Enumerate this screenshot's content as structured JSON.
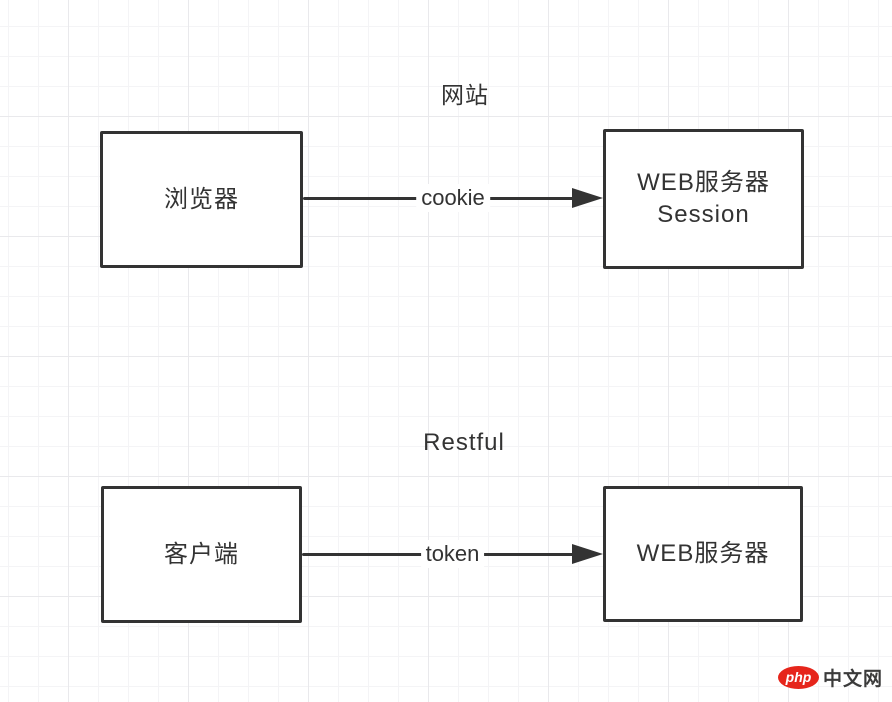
{
  "canvas": {
    "flows": [
      {
        "title": "网站",
        "source": {
          "label": "浏览器"
        },
        "edge": {
          "label": "cookie"
        },
        "target": {
          "lines": [
            "WEB服务器",
            "Session"
          ]
        }
      },
      {
        "title": "Restful",
        "source": {
          "label": "客户端"
        },
        "edge": {
          "label": "token"
        },
        "target": {
          "lines": [
            "WEB服务器"
          ]
        }
      }
    ]
  },
  "watermark": {
    "brand": "php",
    "suffix": "中文网"
  },
  "colors": {
    "stroke": "#333333",
    "text": "#333333",
    "grid_minor": "#f4f4f6",
    "grid_major": "#e9e9ec",
    "logo_red": "#e6251b"
  }
}
